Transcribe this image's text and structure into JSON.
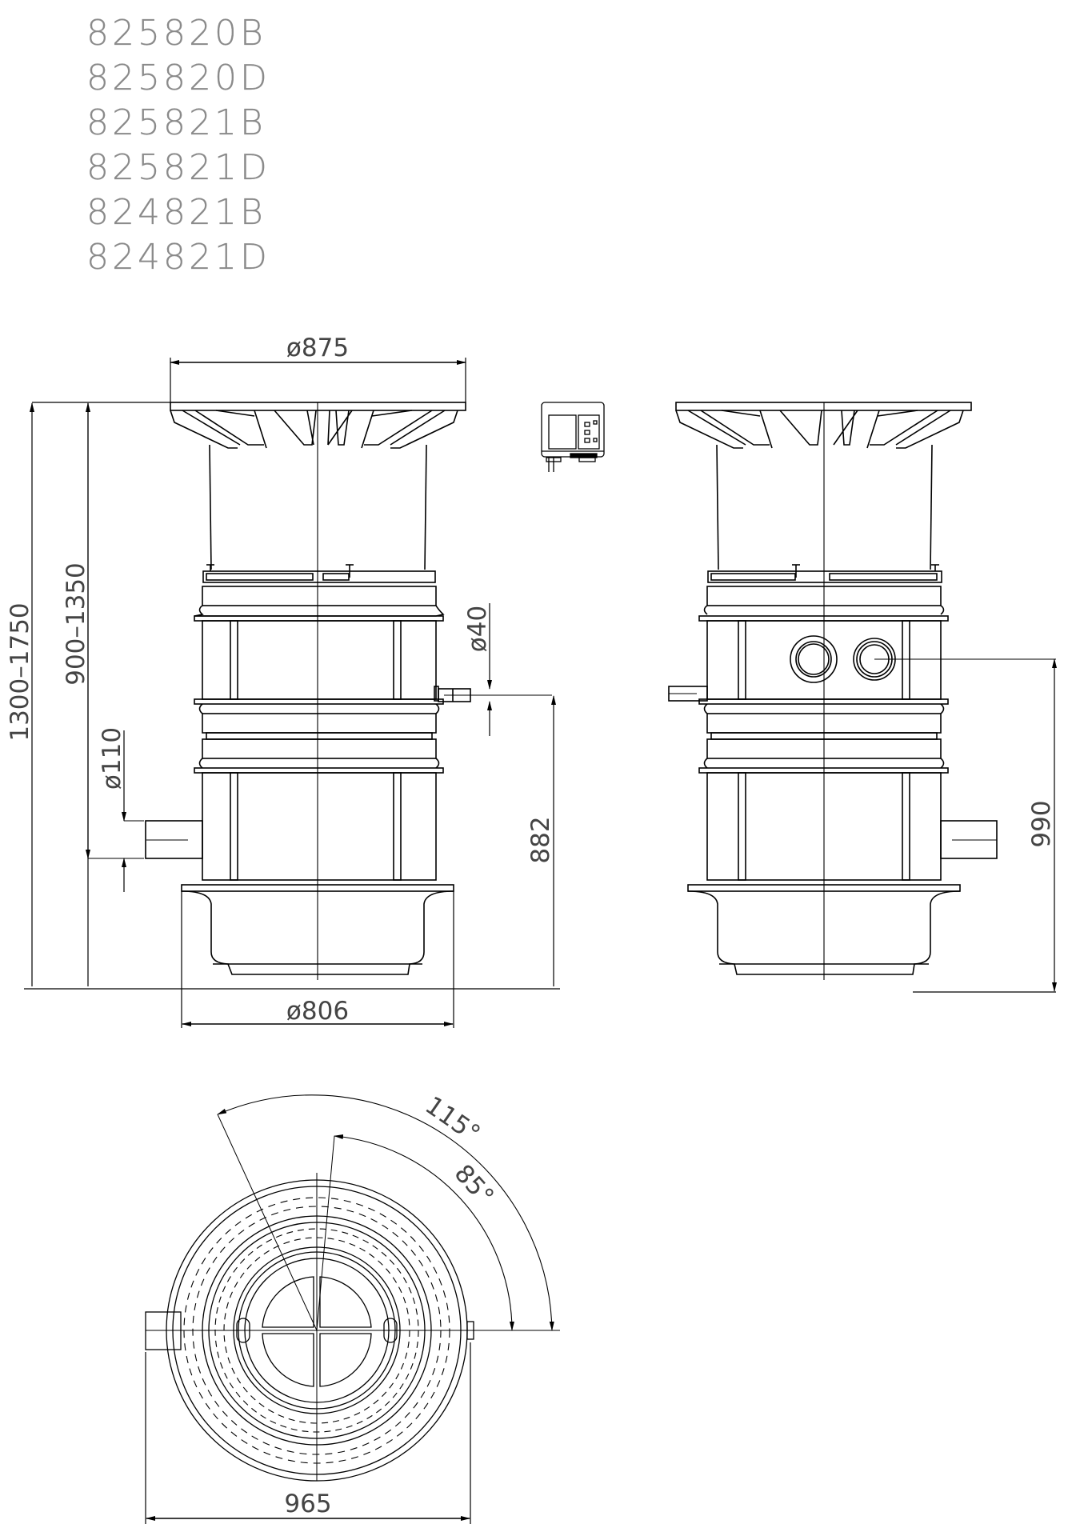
{
  "article_numbers": [
    "825820B",
    "825820D",
    "825821B",
    "825821D",
    "824821B",
    "824821D"
  ],
  "colors": {
    "line": "#000000",
    "text": "#444444",
    "codes": "#8a8a8a",
    "background": "#ffffff"
  },
  "dimensions": {
    "top_diameter": "ø875",
    "bottom_diameter": "ø806",
    "total_height": "1300–1750",
    "inlet_height_range": "900–1350",
    "inlet_diameter": "ø110",
    "pressure_pipe_diameter": "ø40",
    "pressure_pipe_height": "882",
    "cable_entry_height": "990",
    "plan_width": "965",
    "angle_outer": "115°",
    "angle_inner": "85°"
  },
  "views": {
    "front": "front-elevation",
    "side": "side-elevation",
    "plan": "top-plan-view",
    "control_unit": "control-box"
  }
}
